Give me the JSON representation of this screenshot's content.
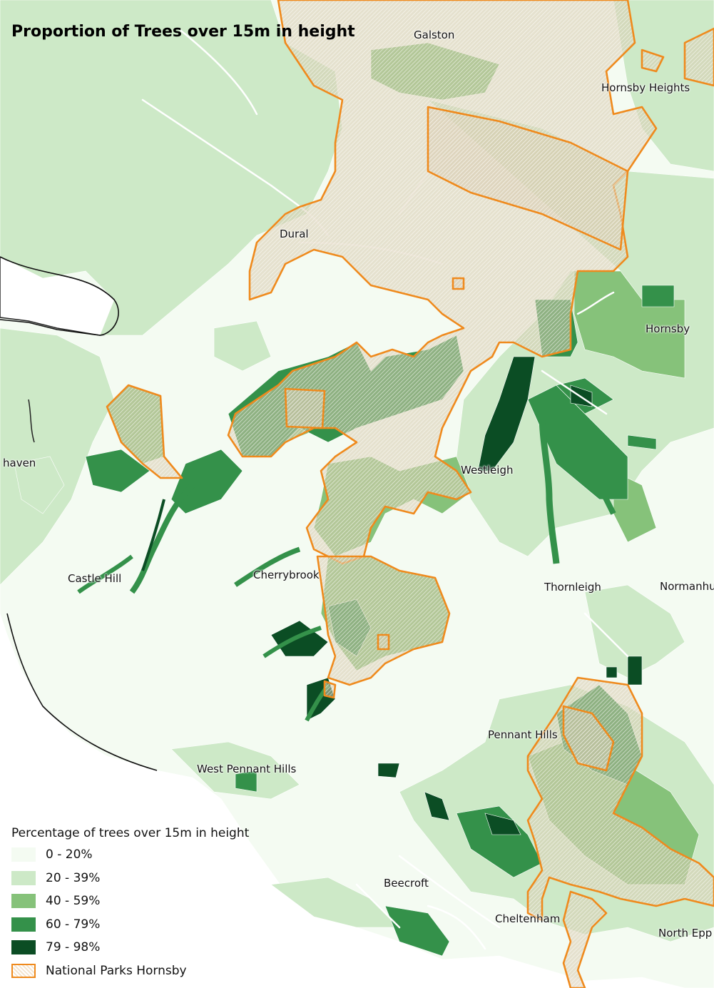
{
  "title": "Proportion of Trees over 15m in height",
  "places": [
    {
      "id": "galston",
      "label": "Galston"
    },
    {
      "id": "hornsby-heights",
      "label": "Hornsby Heights"
    },
    {
      "id": "dural",
      "label": "Dural"
    },
    {
      "id": "hornsby",
      "label": "Hornsby"
    },
    {
      "id": "haven",
      "label": "haven"
    },
    {
      "id": "westleigh",
      "label": "Westleigh"
    },
    {
      "id": "castle-hill",
      "label": "Castle Hill"
    },
    {
      "id": "cherrybrook",
      "label": "Cherrybrook"
    },
    {
      "id": "thornleigh",
      "label": "Thornleigh"
    },
    {
      "id": "normanhurst",
      "label": "Normanhu"
    },
    {
      "id": "pennant-hills",
      "label": "Pennant Hills"
    },
    {
      "id": "west-pennant-hills",
      "label": "West Pennant Hills"
    },
    {
      "id": "beecroft",
      "label": "Beecroft"
    },
    {
      "id": "cheltenham",
      "label": "Cheltenham"
    },
    {
      "id": "north-epping",
      "label": "North Epp"
    }
  ],
  "legend": {
    "title": "Percentage of trees over 15m in height",
    "classes": [
      {
        "label": "0 - 20%",
        "color": "#f4fbf2"
      },
      {
        "label": "20 - 39%",
        "color": "#cde9c7"
      },
      {
        "label": "40 - 59%",
        "color": "#86c27a"
      },
      {
        "label": "60 - 79%",
        "color": "#34914a"
      },
      {
        "label": "79 - 98%",
        "color": "#0b4d24"
      }
    ],
    "park": {
      "label": "National Parks Hornsby",
      "outline_color": "#ef8a1d",
      "fill_color": "#e7d8bf"
    }
  }
}
